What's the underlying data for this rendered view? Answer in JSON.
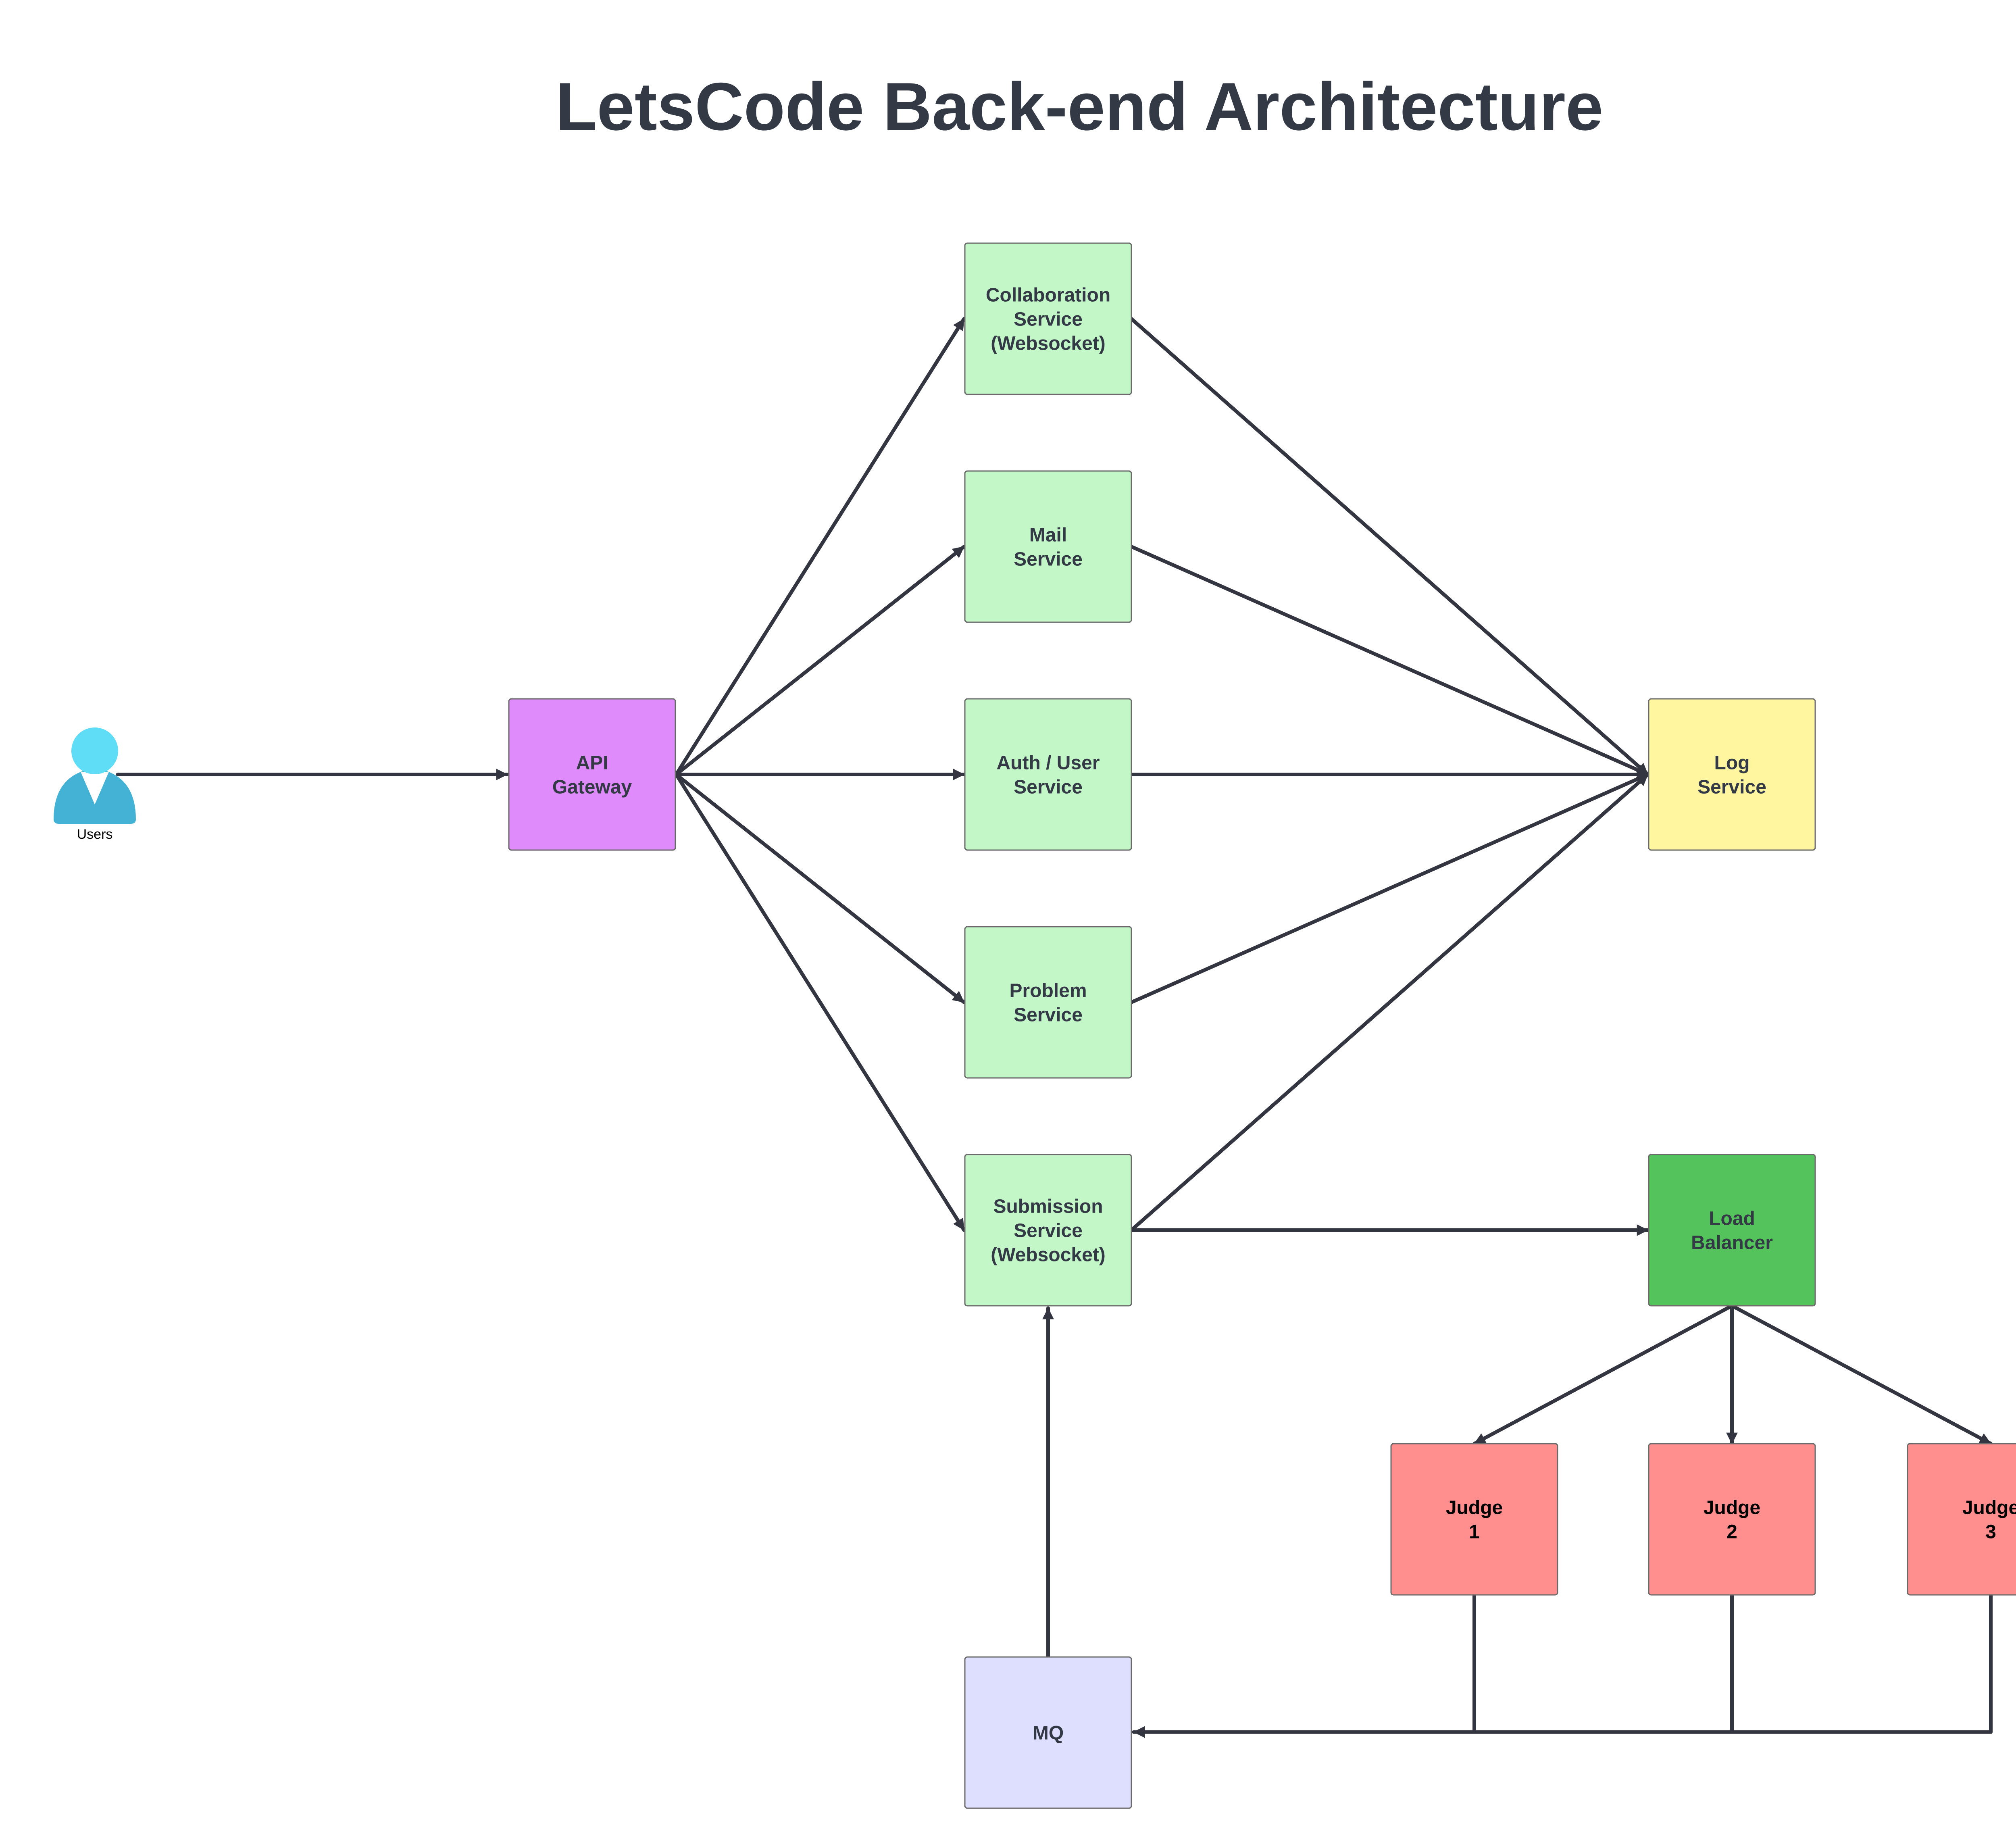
{
  "title": "LetsCode Back-end Architecture",
  "colors": {
    "edge": "#333640",
    "node_border": "#6b6b6b",
    "label_dark": "#333a46",
    "label_black": "#000000",
    "gateway": "#df8bfb",
    "service": "#c3f7c8",
    "log": "#fff69f",
    "load_balancer": "#55c35b",
    "judge": "#ff8e8e",
    "mq": "#dedeff",
    "user_light": "#5fdcf6",
    "user_dark": "#43b2d4"
  },
  "user": {
    "label": "Users",
    "icon": "user-icon"
  },
  "nodes": [
    {
      "id": "api-gateway",
      "lines": [
        "API",
        "Gateway"
      ],
      "fill": "gateway",
      "text": "label_dark"
    },
    {
      "id": "collaboration-service",
      "lines": [
        "Collaboration",
        "Service",
        "(Websocket)"
      ],
      "fill": "service",
      "text": "label_dark"
    },
    {
      "id": "mail-service",
      "lines": [
        "Mail",
        "Service"
      ],
      "fill": "service",
      "text": "label_dark"
    },
    {
      "id": "auth-user-service",
      "lines": [
        "Auth / User",
        "Service"
      ],
      "fill": "service",
      "text": "label_dark"
    },
    {
      "id": "problem-service",
      "lines": [
        "Problem",
        "Service"
      ],
      "fill": "service",
      "text": "label_dark"
    },
    {
      "id": "submission-service",
      "lines": [
        "Submission",
        "Service",
        "(Websocket)"
      ],
      "fill": "service",
      "text": "label_dark"
    },
    {
      "id": "log-service",
      "lines": [
        "Log",
        "Service"
      ],
      "fill": "log",
      "text": "label_dark"
    },
    {
      "id": "load-balancer",
      "lines": [
        "Load",
        "Balancer"
      ],
      "fill": "load_balancer",
      "text": "label_dark"
    },
    {
      "id": "judge-1",
      "lines": [
        "Judge",
        "1"
      ],
      "fill": "judge",
      "text": "label_black"
    },
    {
      "id": "judge-2",
      "lines": [
        "Judge",
        "2"
      ],
      "fill": "judge",
      "text": "label_black"
    },
    {
      "id": "judge-3",
      "lines": [
        "Judge",
        "3"
      ],
      "fill": "judge",
      "text": "label_black"
    },
    {
      "id": "mq",
      "lines": [
        "MQ"
      ],
      "fill": "mq",
      "text": "label_dark"
    }
  ],
  "edges": [
    {
      "from": "users",
      "to": "api-gateway"
    },
    {
      "from": "api-gateway",
      "to": "collaboration-service"
    },
    {
      "from": "api-gateway",
      "to": "mail-service"
    },
    {
      "from": "api-gateway",
      "to": "auth-user-service"
    },
    {
      "from": "api-gateway",
      "to": "problem-service"
    },
    {
      "from": "api-gateway",
      "to": "submission-service"
    },
    {
      "from": "collaboration-service",
      "to": "log-service"
    },
    {
      "from": "mail-service",
      "to": "log-service"
    },
    {
      "from": "auth-user-service",
      "to": "log-service"
    },
    {
      "from": "problem-service",
      "to": "log-service"
    },
    {
      "from": "submission-service",
      "to": "log-service"
    },
    {
      "from": "submission-service",
      "to": "load-balancer"
    },
    {
      "from": "load-balancer",
      "to": "judge-1"
    },
    {
      "from": "load-balancer",
      "to": "judge-2"
    },
    {
      "from": "load-balancer",
      "to": "judge-3"
    },
    {
      "from": "mq",
      "to": "submission-service"
    },
    {
      "from": "judge-1",
      "to": "mq"
    },
    {
      "from": "judge-2",
      "to": "mq"
    },
    {
      "from": "judge-3",
      "to": "mq"
    }
  ]
}
